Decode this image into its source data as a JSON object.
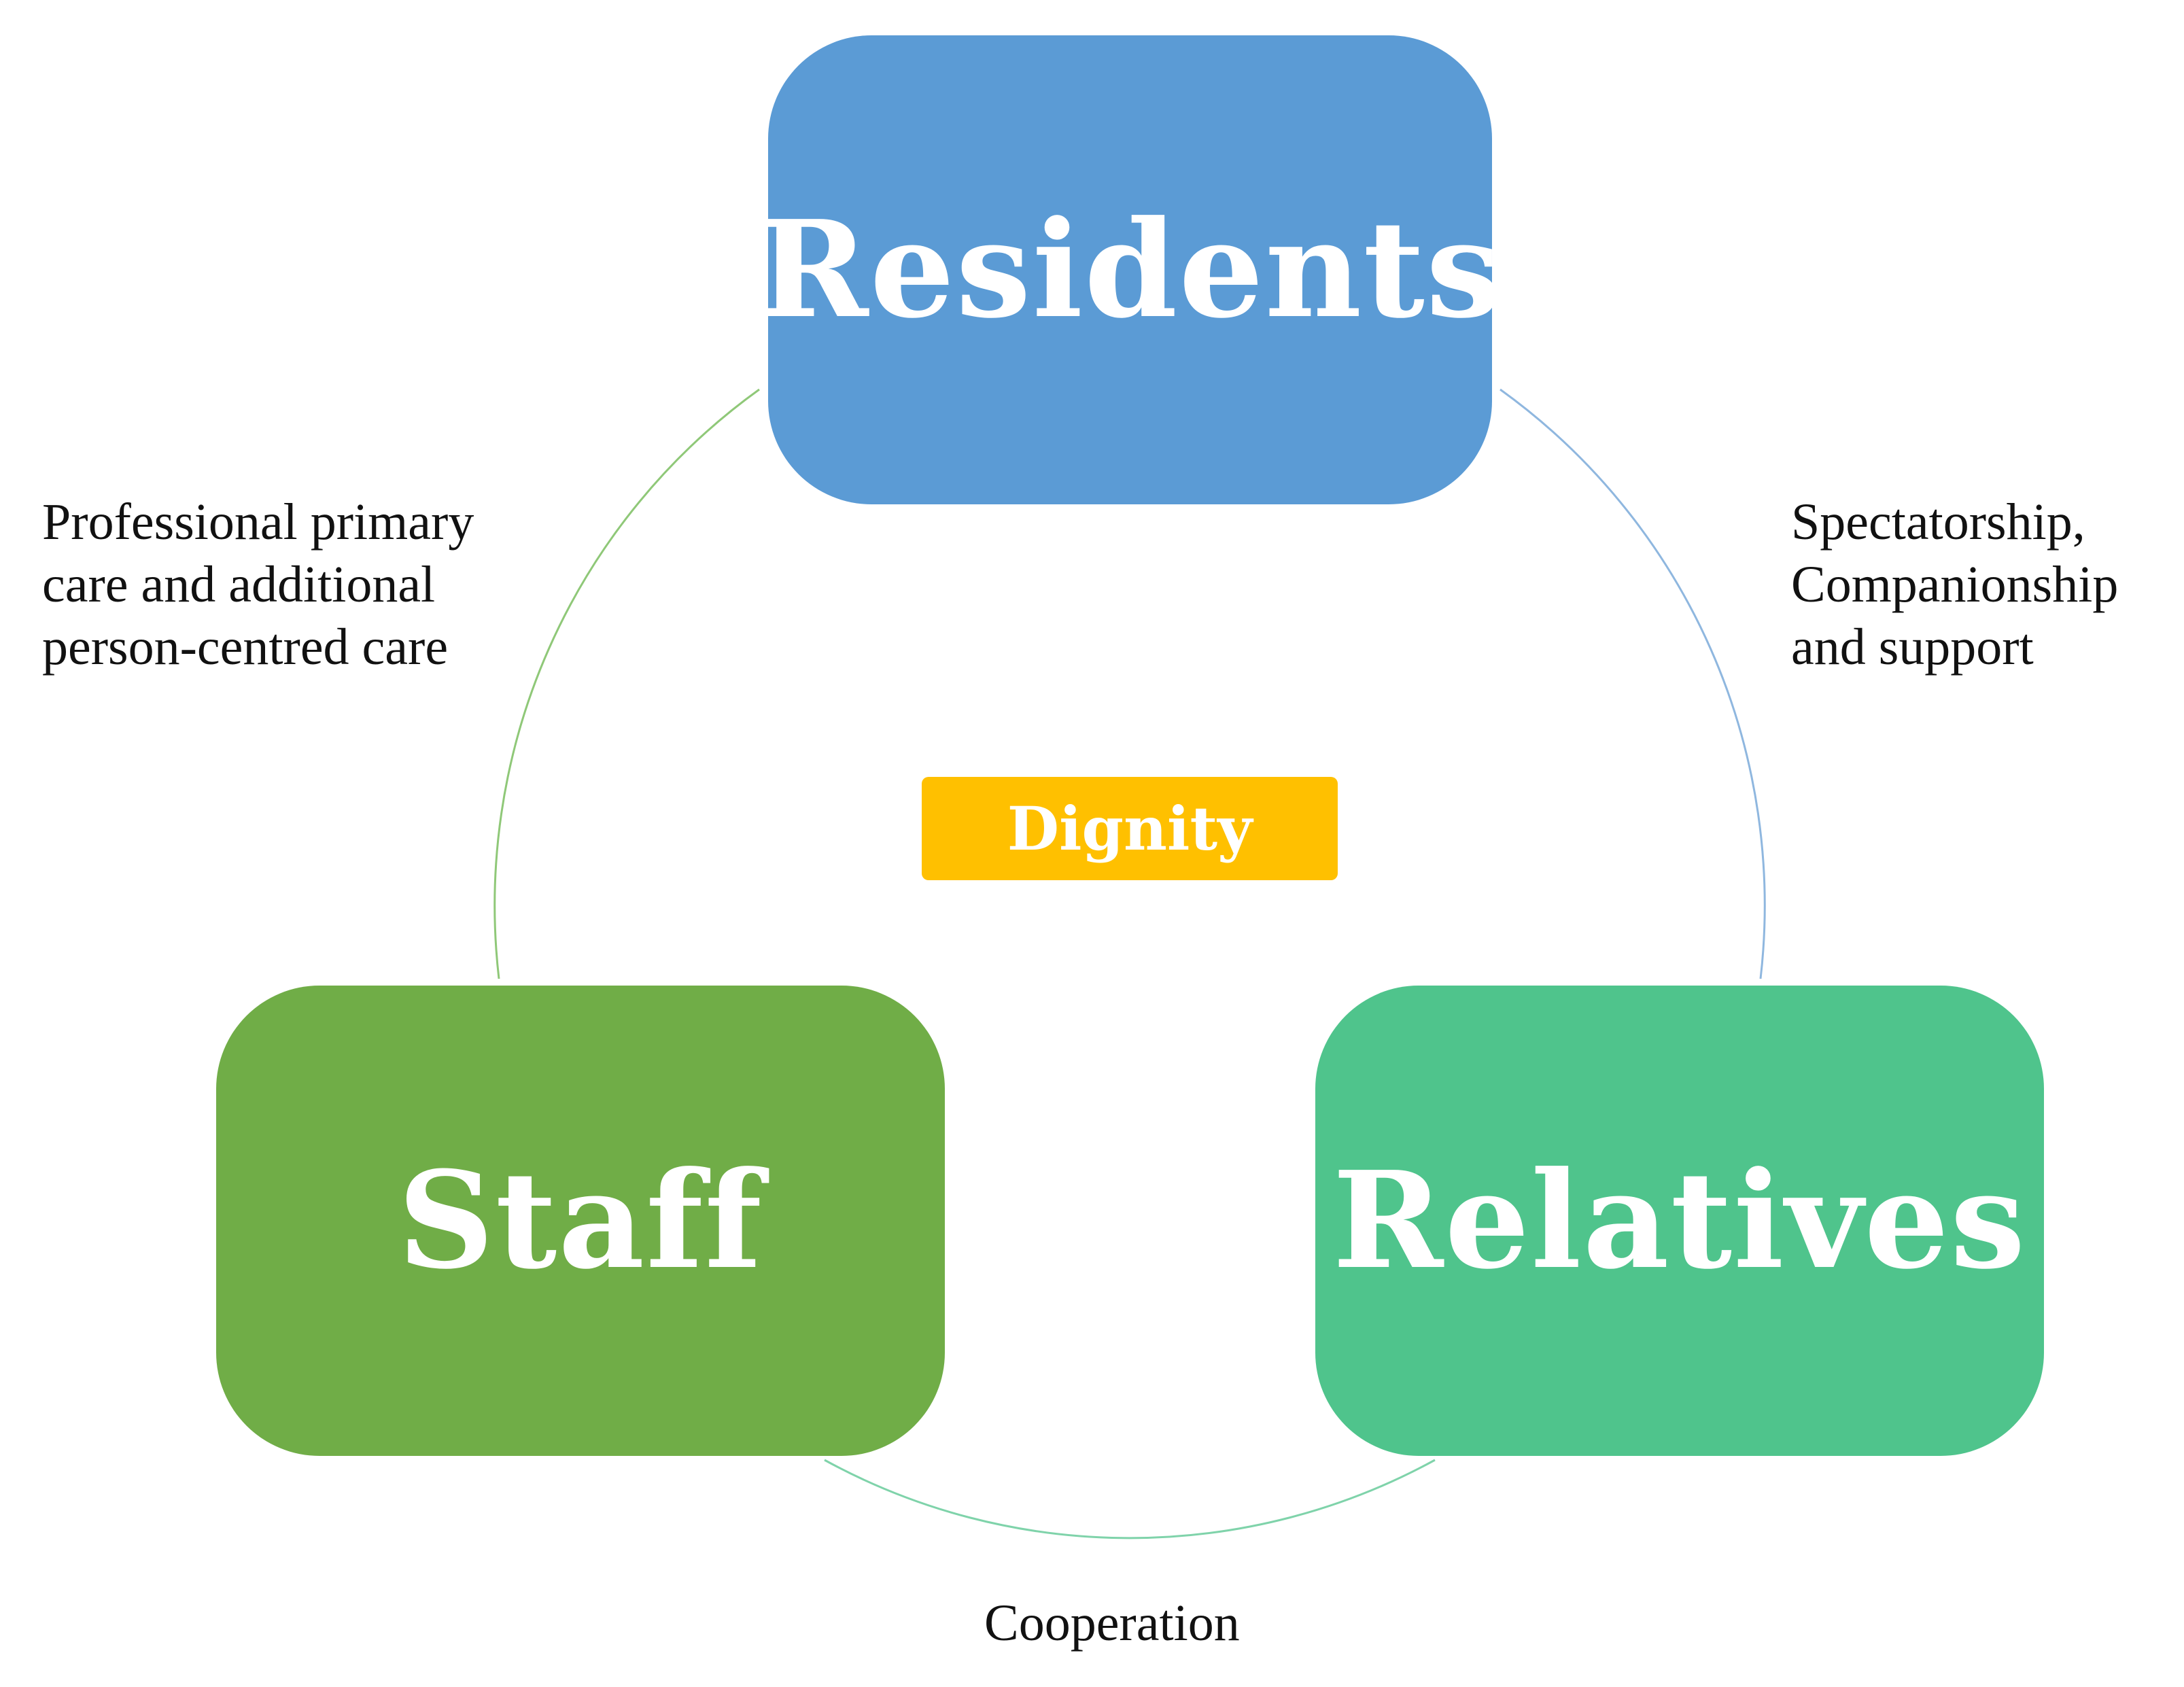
{
  "nodes": {
    "residents": "Residents",
    "staff": "Staff",
    "relatives": "Relatives"
  },
  "center": "Dignity",
  "relations": {
    "residents_staff": [
      "Professional primary",
      "care and additional",
      "person-centred care"
    ],
    "residents_relatives": [
      "Spectatorship,",
      "Companionship",
      "and support"
    ],
    "staff_relatives": "Cooperation"
  },
  "colors": {
    "residents": "#5b9bd5",
    "staff": "#70ad47",
    "relatives": "#4fc48c",
    "center": "#ffc000",
    "arc_left": "#8fc878",
    "arc_right": "#8fb7df",
    "arc_bottom": "#7fd3aa"
  }
}
